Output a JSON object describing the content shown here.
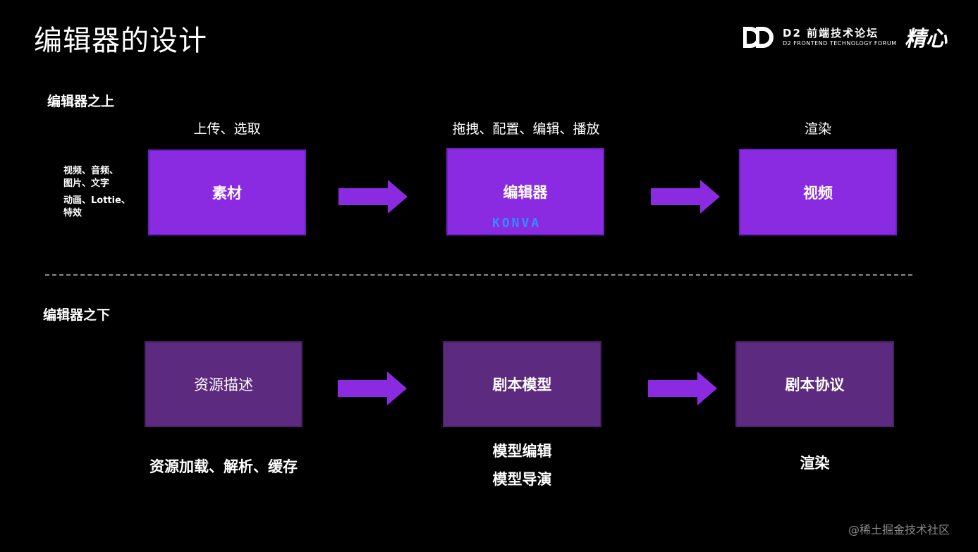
{
  "header": {
    "title": "编辑器的设计",
    "forum_title": "D2 前端技术论坛",
    "forum_subtitle": "D2 FRONTEND TECHNOLOGY FORUM",
    "brand": "精心"
  },
  "top_section": {
    "label": "编辑器之上",
    "media_lines": [
      "视频、音频、",
      "图片、文字",
      "动画、Lottie、",
      "特效"
    ],
    "steps": [
      {
        "caption": "上传、选取",
        "box": "素材"
      },
      {
        "caption": "拖拽、配置、编辑、播放",
        "box": "编辑器",
        "box_sub": "KONVA"
      },
      {
        "caption": "渲染",
        "box": "视频"
      }
    ]
  },
  "bottom_section": {
    "label": "编辑器之下",
    "steps": [
      {
        "box": "资源描述",
        "caption_lines": [
          "资源加载、解析、缓存"
        ]
      },
      {
        "box": "剧本模型",
        "caption_lines": [
          "模型编辑",
          "模型导演"
        ]
      },
      {
        "box": "剧本协议",
        "caption_lines": [
          "渲染"
        ]
      }
    ]
  },
  "watermark": "@稀土掘金技术社区",
  "colors": {
    "background": "#000000",
    "top_box": "#8a2be2",
    "bottom_box": "#5c2a7e",
    "arrow": "#8a2be2",
    "konva": "#2f8cff",
    "divider": "#8a8a8a"
  },
  "icons": [
    "d2-logo-icon",
    "arrow-right-icon"
  ]
}
